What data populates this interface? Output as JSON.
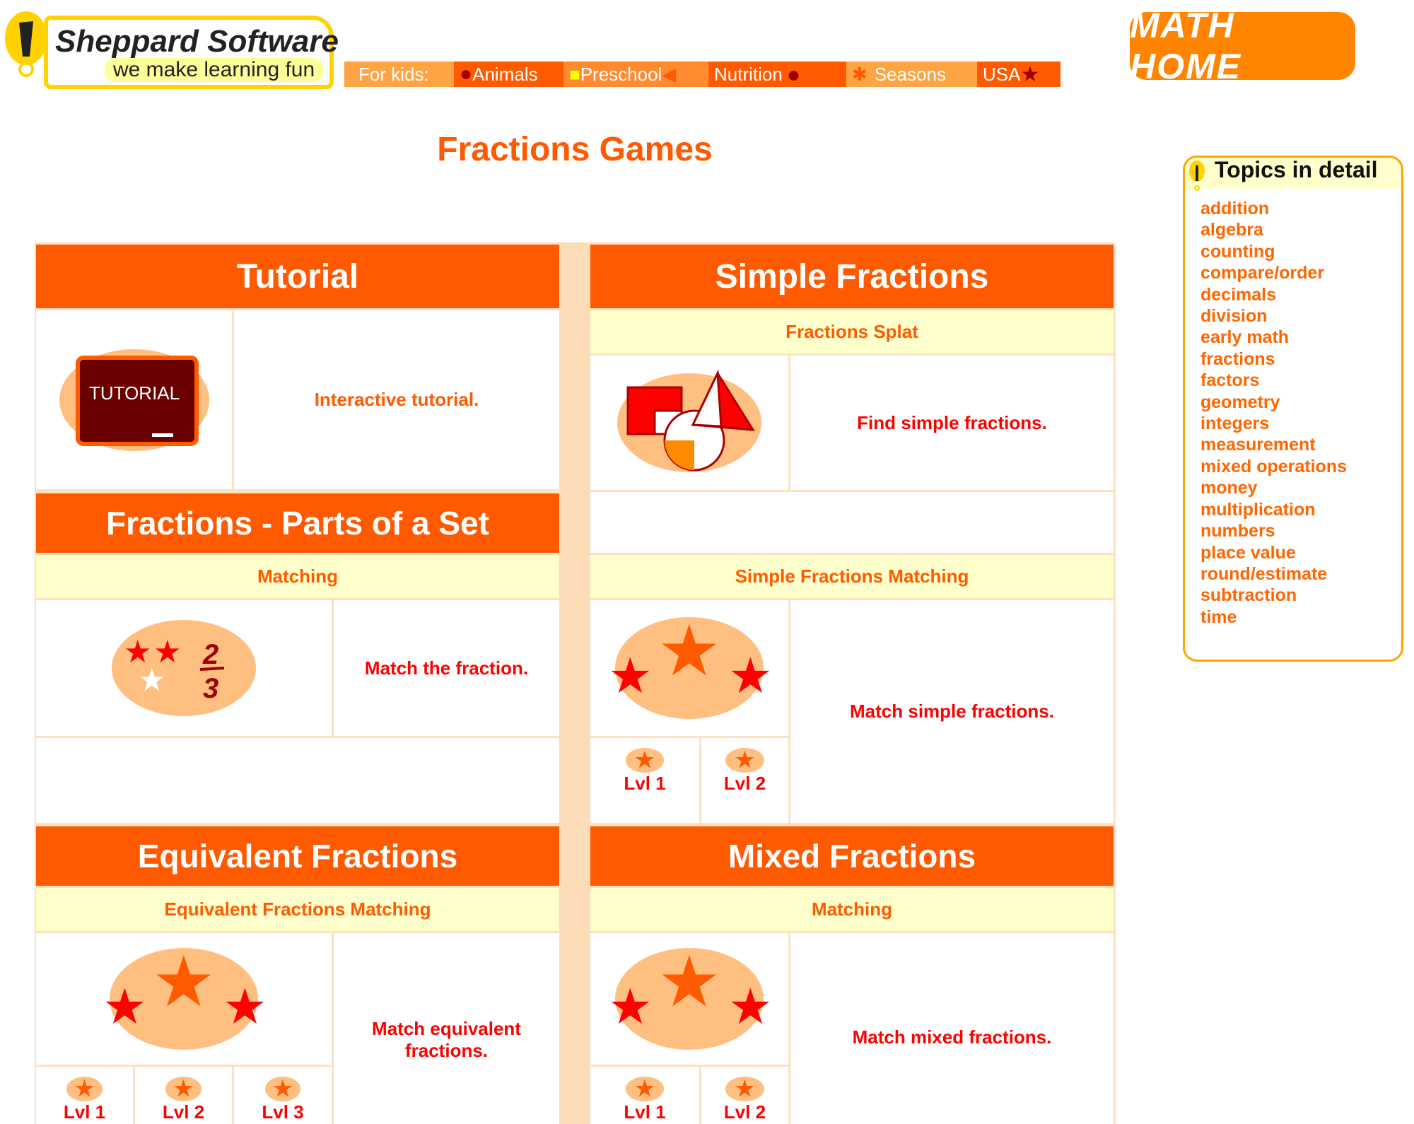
{
  "logo": {
    "title": "Sheppard Software",
    "tagline": "we make learning fun"
  },
  "nav": {
    "label": "For kids:",
    "items": [
      "Animals",
      "Preschool",
      "Nutrition",
      "Seasons",
      "USA"
    ]
  },
  "math_home": "MATH HOME",
  "page_title": "Fractions Games",
  "sections": {
    "tutorial": {
      "header": "Tutorial",
      "image_text": "TUTORIAL",
      "desc": "Interactive tutorial."
    },
    "simple": {
      "header": "Simple Fractions",
      "splat": {
        "title": "Fractions Splat",
        "desc": "Find simple fractions."
      },
      "matching": {
        "title": "Simple Fractions Matching",
        "desc": "Match simple fractions.",
        "levels": [
          "Lvl 1",
          "Lvl 2"
        ]
      }
    },
    "parts": {
      "header": "Fractions - Parts of a Set",
      "matching": {
        "title": "Matching",
        "desc": "Match the fraction.",
        "fraction_num": "2",
        "fraction_den": "3"
      }
    },
    "equivalent": {
      "header": "Equivalent Fractions",
      "matching": {
        "title": "Equivalent Fractions Matching",
        "desc": "Match equivalent fractions.",
        "levels": [
          "Lvl 1",
          "Lvl 2",
          "Lvl 3"
        ]
      }
    },
    "mixed": {
      "header": "Mixed Fractions",
      "matching": {
        "title": "Matching",
        "desc": "Match mixed fractions.",
        "levels": [
          "Lvl 1",
          "Lvl 2"
        ]
      }
    }
  },
  "topics": {
    "title": "Topics in detail",
    "items": [
      "addition",
      "algebra",
      "counting",
      "compare/order",
      "decimals",
      "division",
      "early math",
      "fractions",
      "factors",
      "geometry",
      "integers",
      "measurement",
      "mixed operations",
      "money",
      "multiplication",
      "numbers",
      "place value",
      "round/estimate",
      "subtraction",
      "time"
    ]
  },
  "colors": {
    "accent": "#ff5a00",
    "subheader": "#ffffcc",
    "desc": "#ff0000"
  }
}
